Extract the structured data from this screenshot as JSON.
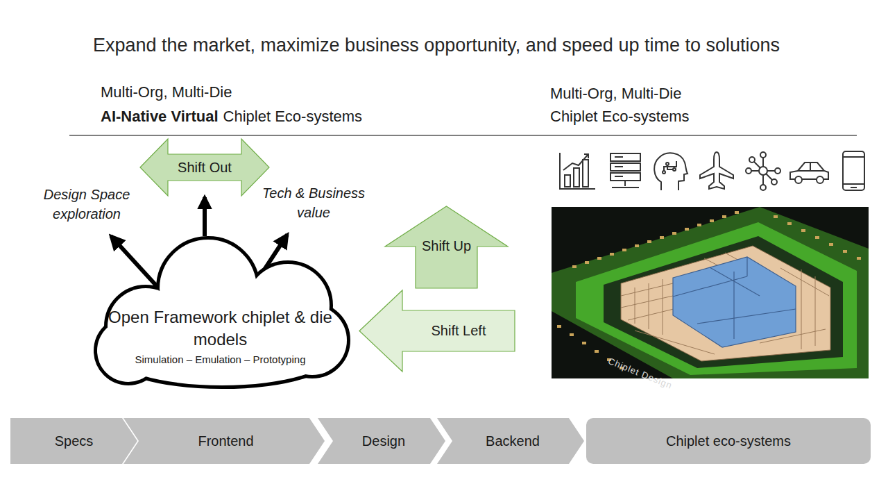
{
  "diagram": {
    "title": "Expand the market, maximize business opportunity, and speed up time to solutions",
    "nodes": [
      {
        "text": [
          "Shift Out"
        ]
      },
      {
        "text": [
          "Shift Up"
        ]
      },
      {
        "text": [
          "Open Framework chiplet & die models",
          "Simulation – Emulation – Prototyping"
        ]
      },
      {
        "text": [
          "Shift Left"
        ]
      },
      {
        "text": [
          "Specs"
        ]
      },
      {
        "text": [
          "Frontend"
        ]
      },
      {
        "text": [
          "Design"
        ]
      },
      {
        "text": [
          "Backend"
        ]
      },
      {
        "text": [
          "Chiplet eco-systems"
        ]
      }
    ],
    "edges": [
      {
        "from": 2,
        "to": 0,
        "arrow": "to"
      }
    ],
    "labels": [
      "Multi-Org, Multi-Die",
      "AI-Native Virtual",
      "Chiplet Eco-systems",
      "Multi-Org, Multi-Die",
      "Chiplet Eco-systems",
      "Design Space exploration",
      "Tech & Business value",
      "Chiplet Design"
    ]
  }
}
